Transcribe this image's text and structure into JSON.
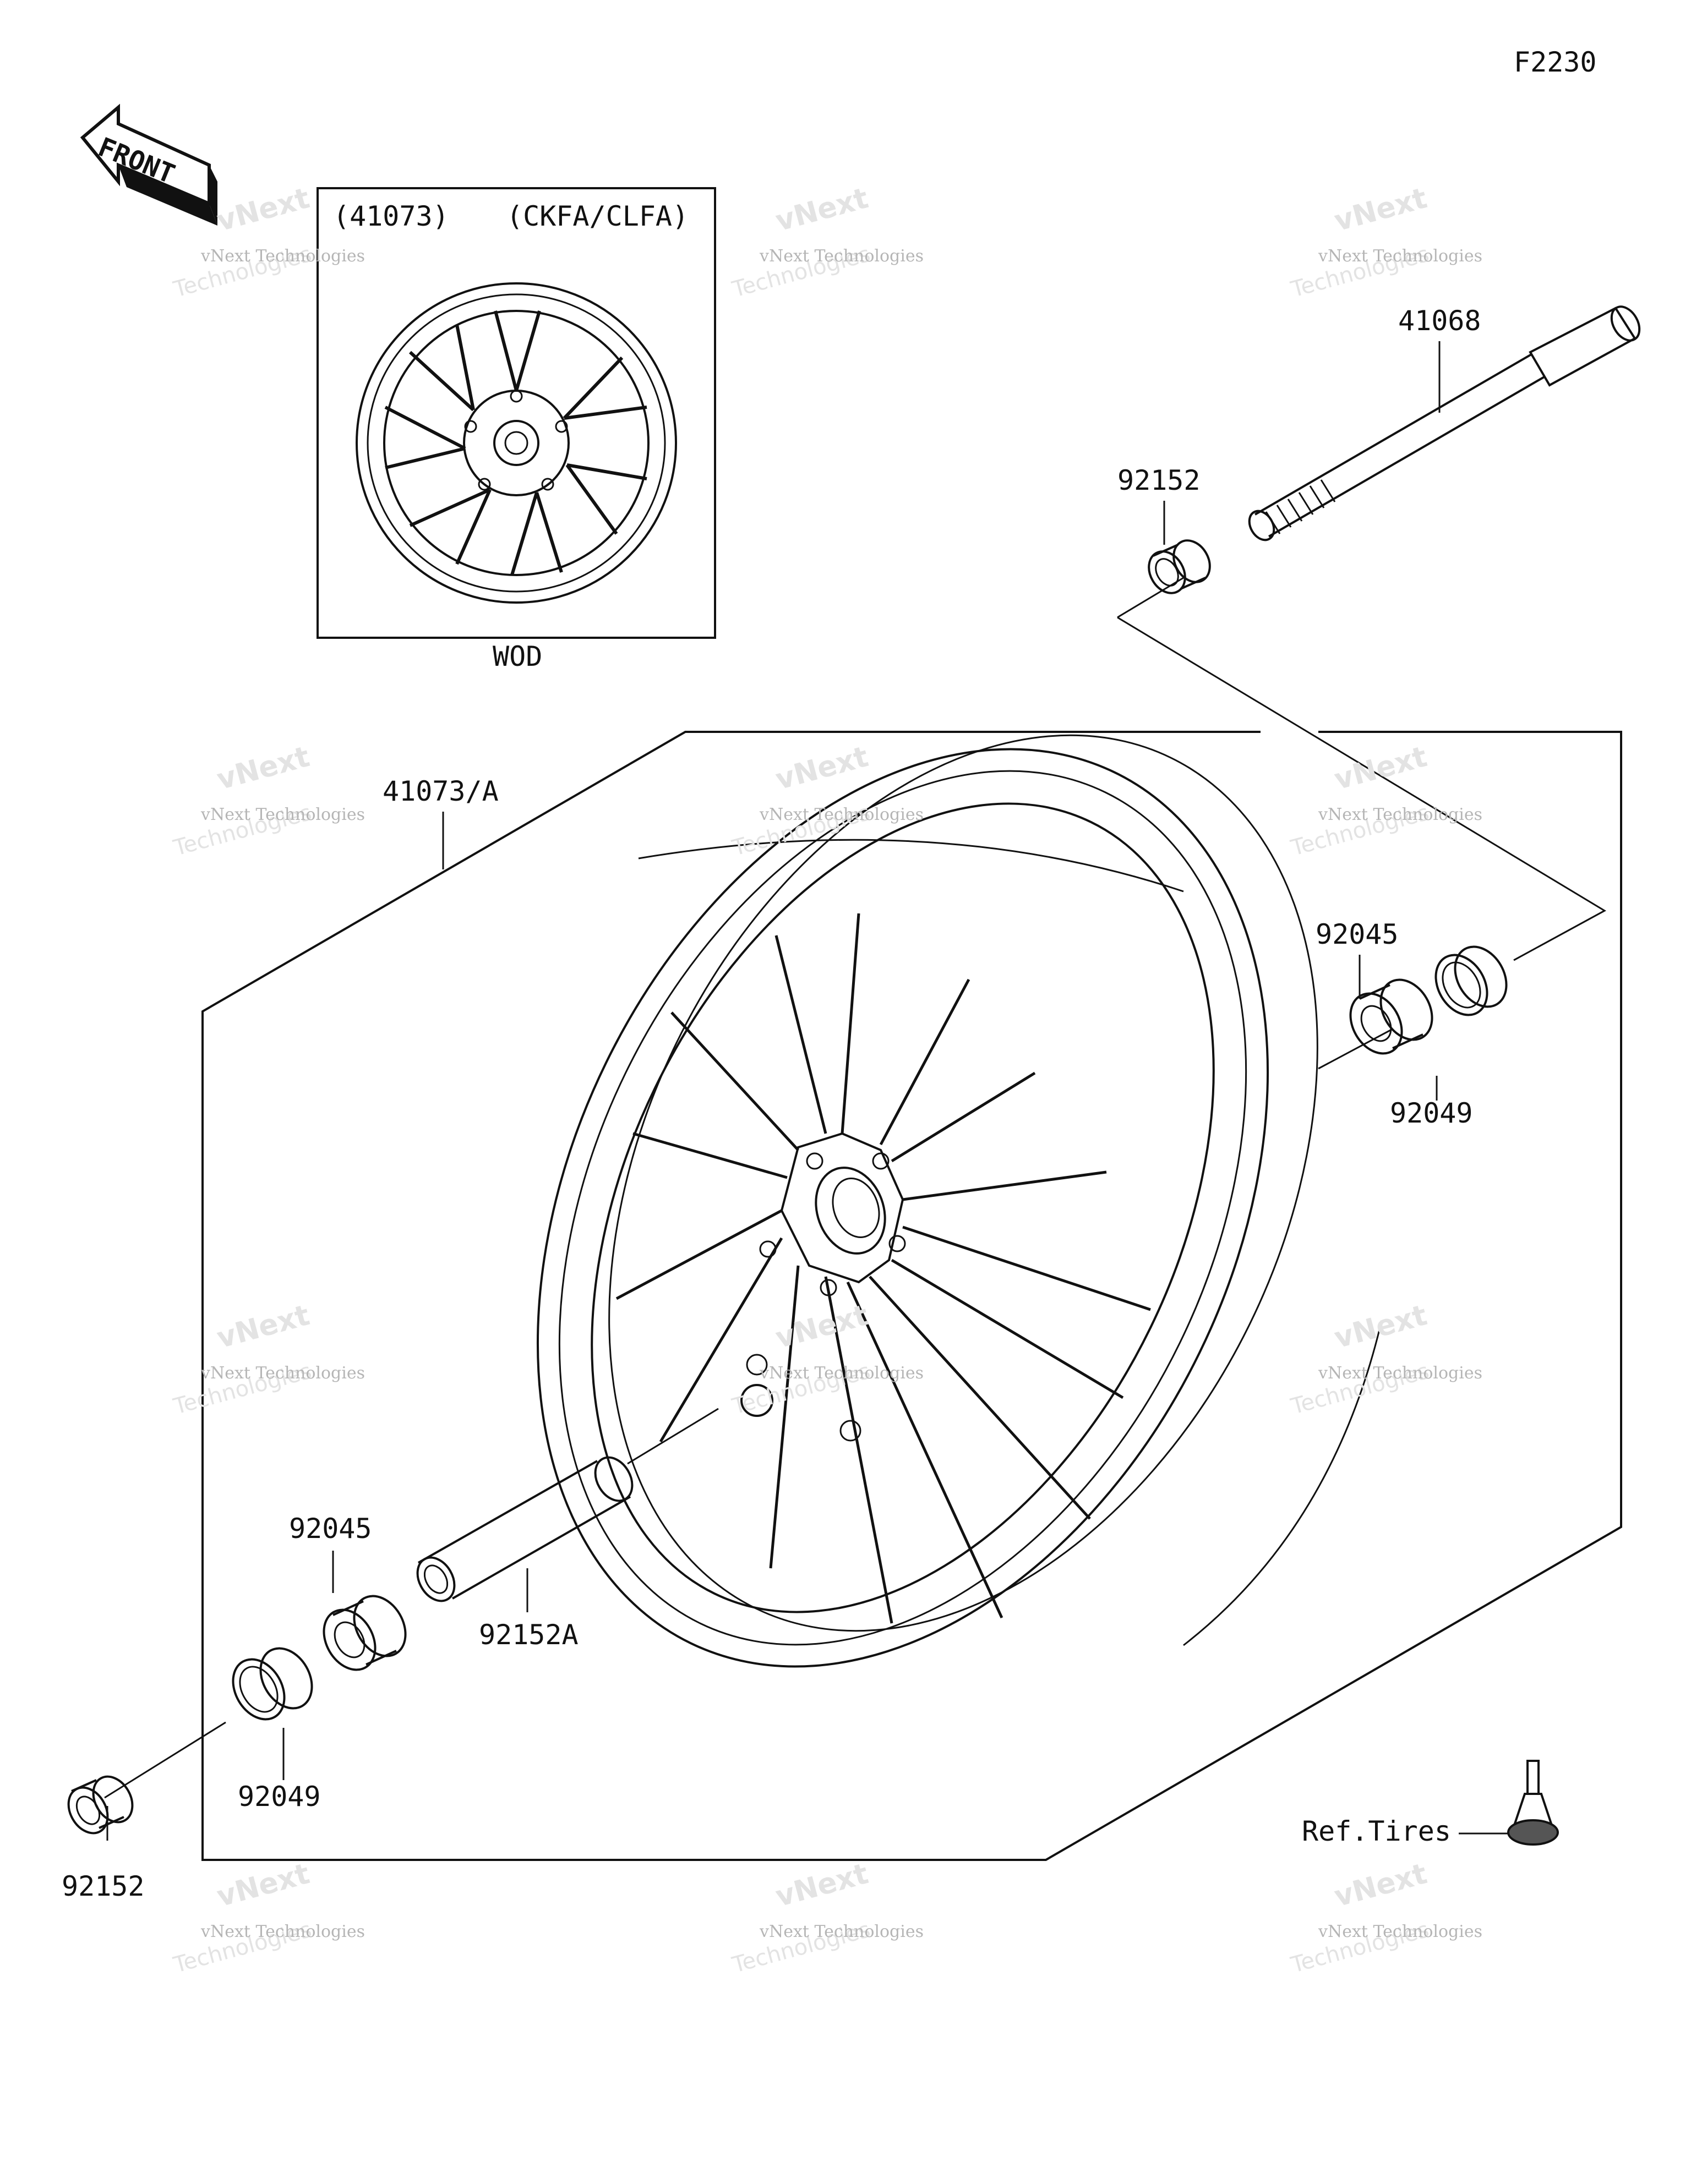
{
  "diagram": {
    "figure_code": "F2230",
    "front_arrow_label": "FRONT",
    "inset": {
      "part_number": "(41073)",
      "variant_codes": "(CKFA/CLFA)",
      "caption": "WOD"
    },
    "callouts": {
      "wheel_assembly": "41073/A",
      "axle": "41068",
      "collar_right": "92152",
      "bearing_right": "92045",
      "oil_seal_right": "92049",
      "bearing_left": "92045",
      "oil_seal_left": "92049",
      "collar_left": "92152",
      "distance_collar": "92152A",
      "tire_reference": "Ref.Tires"
    },
    "watermark": {
      "line1": "vNext Technologies",
      "line2": "vNext",
      "line3": "Technologies"
    }
  }
}
